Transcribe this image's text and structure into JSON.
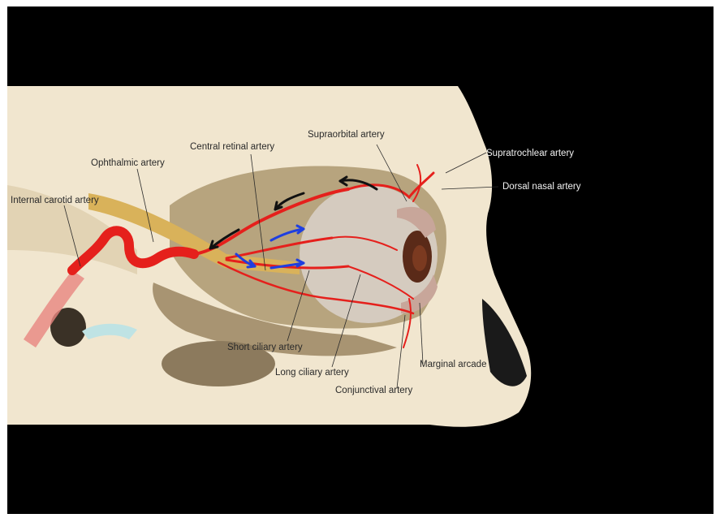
{
  "colors": {
    "frame": "#000000",
    "skull": "#f1e6cf",
    "skull_shadow": "#c9b592",
    "orbit": "#b7a47e",
    "artery": "#e5201c",
    "artery_highlight": "#ff6a5e",
    "optic_nerve": "#d9b25a",
    "flow_arrow_artery": "#111111",
    "flow_arrow_retinal": "#1f3fe0",
    "iris": "#7b3a20",
    "label_dark": "#2a2a2a",
    "label_light": "#f2f2f2"
  },
  "labels": {
    "central_retinal": "Central retinal artery",
    "supraorbital": "Supraorbital artery",
    "supratrochlear": "Supratrochlear artery",
    "ophthalmic": "Ophthalmic artery",
    "dorsal_nasal": "Dorsal nasal artery",
    "internal_carotid": "Internal carotid artery",
    "short_ciliary": "Short ciliary artery",
    "long_ciliary": "Long ciliary artery",
    "marginal_arcade": "Marginal arcade",
    "conjunctival": "Conjunctival artery"
  }
}
